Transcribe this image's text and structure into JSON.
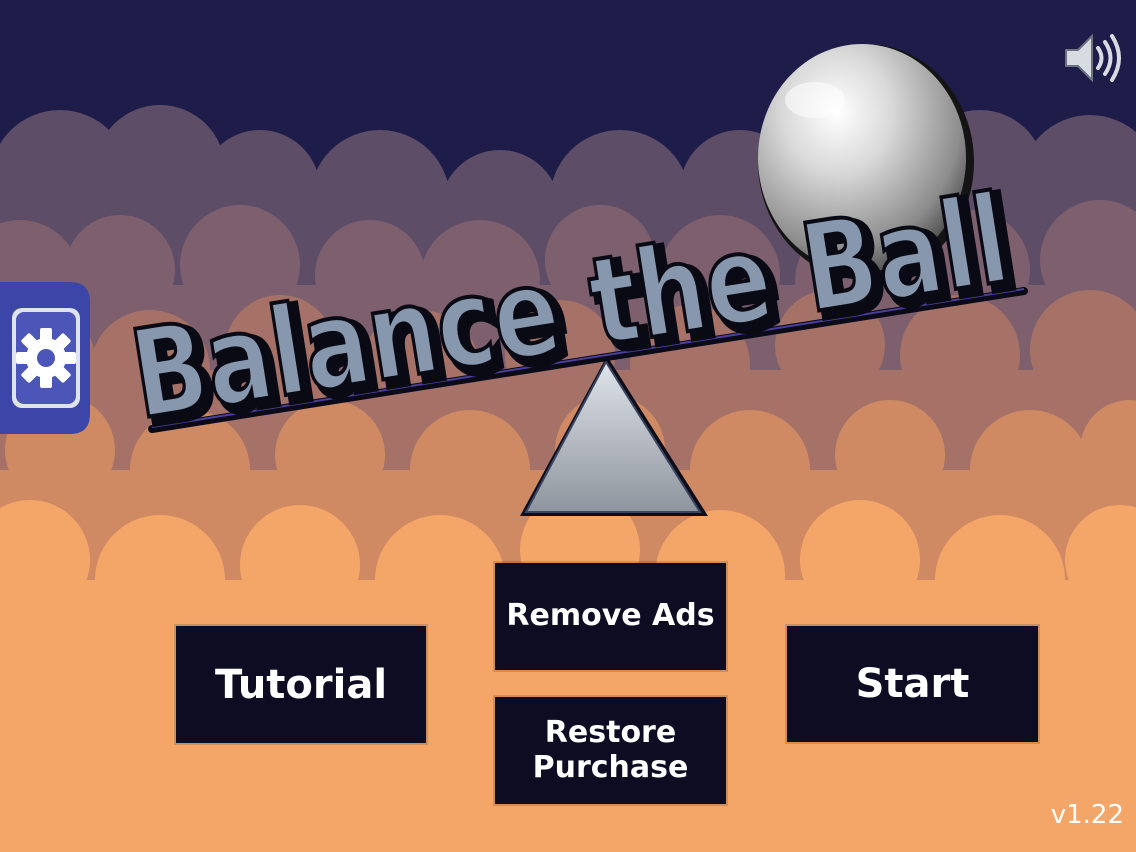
{
  "game": {
    "title": "Balance the Ball",
    "version": "v1.22"
  },
  "buttons": {
    "tutorial": "Tutorial",
    "start": "Start",
    "remove_ads": "Remove Ads",
    "restore_line1": "Restore",
    "restore_line2": "Purchase"
  },
  "icons": {
    "sound": "speaker-volume-icon",
    "settings": "gear-icon"
  },
  "colors": {
    "sky": "#1e1d4a",
    "button_bg": "#0d0c22",
    "title_fill": "#8797ad",
    "cloud_light": "#f4a668",
    "cloud_dark": "#6a5670",
    "settings_tab": "#3c46a8"
  }
}
